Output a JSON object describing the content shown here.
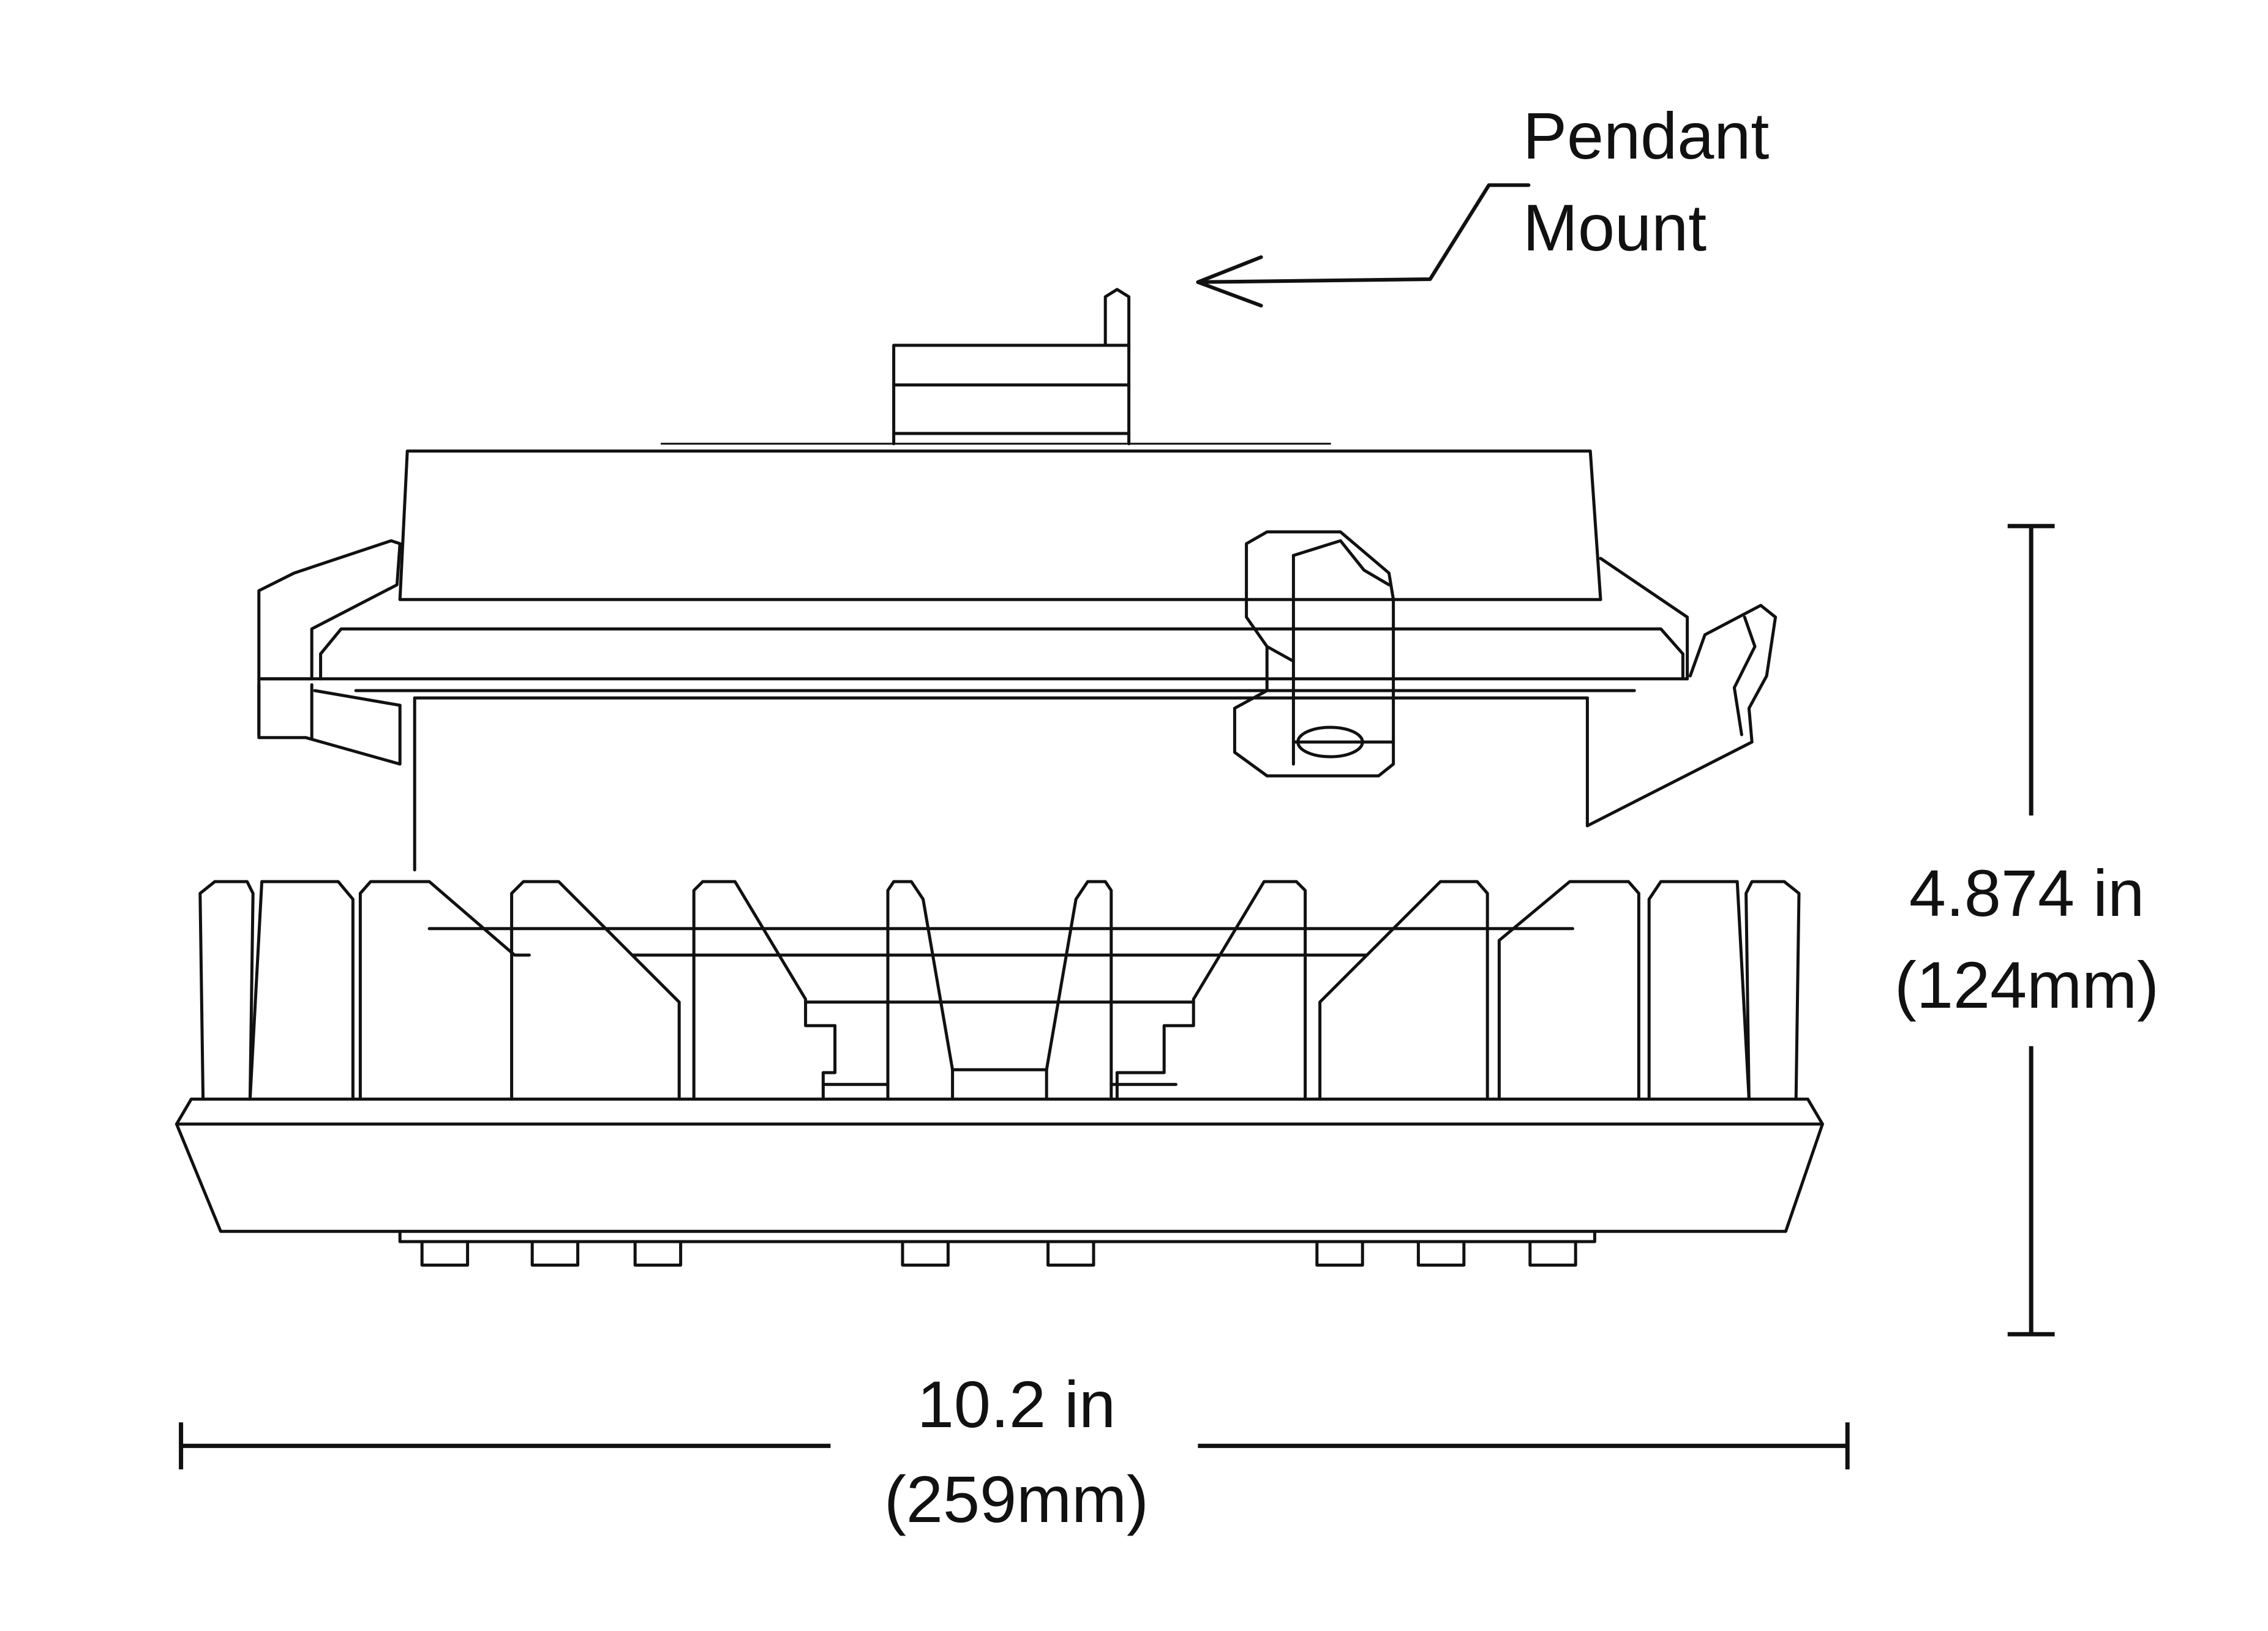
{
  "callout": {
    "line1": "Pendant",
    "line2": "Mount"
  },
  "dimensions": {
    "width_imperial": "10.2 in",
    "width_metric": "(259mm)",
    "height_imperial": "4.874 in",
    "height_metric": "(124mm)"
  },
  "colors": {
    "stroke": "#111111",
    "background": "#ffffff"
  }
}
